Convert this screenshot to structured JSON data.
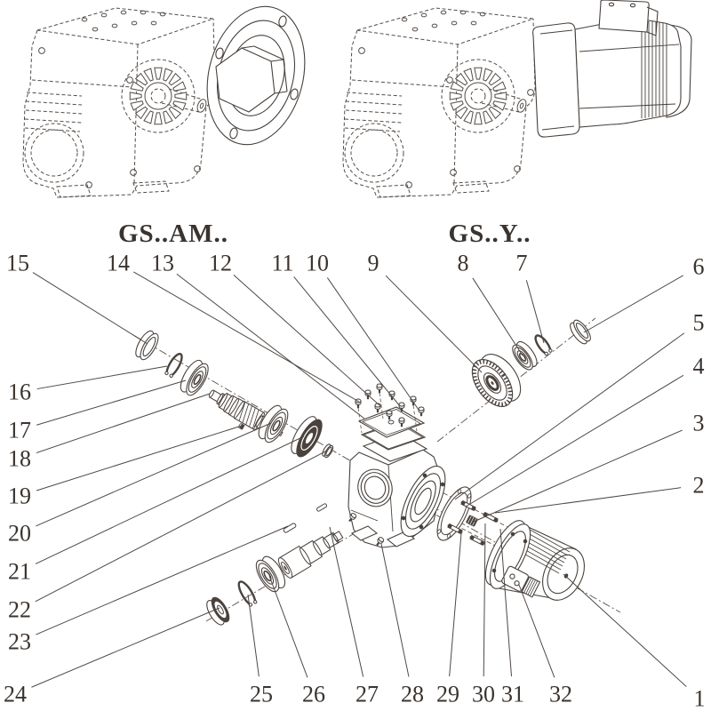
{
  "figure": {
    "background": "#ffffff",
    "ink": "#4a423d",
    "text_ink": "#3a332e",
    "views": [
      {
        "id": "gearbox-flange-version",
        "caption": "GS..AM.."
      },
      {
        "id": "gearbox-motor-version",
        "caption": "GS..Y.."
      }
    ],
    "callouts": [
      {
        "n": "1",
        "label": [
          787,
          786
        ],
        "target": [
          634,
          646
        ]
      },
      {
        "n": "2",
        "label": [
          786,
          546
        ],
        "target": [
          557,
          577
        ]
      },
      {
        "n": "3",
        "label": [
          786,
          476
        ],
        "target": [
          533,
          587
        ]
      },
      {
        "n": "4",
        "label": [
          786,
          412
        ],
        "target": [
          524,
          570
        ]
      },
      {
        "n": "5",
        "label": [
          786,
          363
        ],
        "target": [
          512,
          562
        ]
      },
      {
        "n": "6",
        "label": [
          786,
          300
        ],
        "target": [
          657,
          374
        ]
      },
      {
        "n": "7",
        "label": [
          587,
          296
        ],
        "target": [
          612,
          386
        ]
      },
      {
        "n": "8",
        "label": [
          521,
          296
        ],
        "target": [
          588,
          400
        ]
      },
      {
        "n": "9",
        "label": [
          420,
          296
        ],
        "target": [
          542,
          419
        ]
      },
      {
        "n": "10",
        "label": [
          357,
          296
        ],
        "target": [
          471,
          461
        ]
      },
      {
        "n": "11",
        "label": [
          318,
          296
        ],
        "target": [
          450,
          457
        ]
      },
      {
        "n": "12",
        "label": [
          248,
          296
        ],
        "target": [
          427,
          456
        ]
      },
      {
        "n": "13",
        "label": [
          183,
          296
        ],
        "target": [
          410,
          471
        ]
      },
      {
        "n": "14",
        "label": [
          133,
          296
        ],
        "target": [
          404,
          452
        ]
      },
      {
        "n": "15",
        "label": [
          20,
          296
        ],
        "target": [
          166,
          387
        ]
      },
      {
        "n": "16",
        "label": [
          22,
          441
        ],
        "target": [
          188,
          412
        ]
      },
      {
        "n": "17",
        "label": [
          22,
          484
        ],
        "target": [
          209,
          428
        ]
      },
      {
        "n": "18",
        "label": [
          22,
          516
        ],
        "target": [
          236,
          443
        ]
      },
      {
        "n": "19",
        "label": [
          22,
          558
        ],
        "target": [
          272,
          479
        ]
      },
      {
        "n": "20",
        "label": [
          22,
          600
        ],
        "target": [
          305,
          476
        ]
      },
      {
        "n": "21",
        "label": [
          22,
          643
        ],
        "target": [
          342,
          491
        ]
      },
      {
        "n": "22",
        "label": [
          22,
          686
        ],
        "target": [
          368,
          507
        ]
      },
      {
        "n": "23",
        "label": [
          22,
          722
        ],
        "target": [
          324,
          592
        ]
      },
      {
        "n": "24",
        "label": [
          17,
          781
        ],
        "target": [
          247,
          684
        ]
      },
      {
        "n": "25",
        "label": [
          294,
          781
        ],
        "target": [
          279,
          669
        ]
      },
      {
        "n": "26",
        "label": [
          353,
          781
        ],
        "target": [
          303,
          648
        ]
      },
      {
        "n": "27",
        "label": [
          413,
          781
        ],
        "target": [
          371,
          593
        ]
      },
      {
        "n": "28",
        "label": [
          464,
          781
        ],
        "target": [
          429,
          612
        ]
      },
      {
        "n": "29",
        "label": [
          504,
          781
        ],
        "target": [
          519,
          600
        ]
      },
      {
        "n": "30",
        "label": [
          544,
          781
        ],
        "target": [
          546,
          589
        ]
      },
      {
        "n": "31",
        "label": [
          577,
          781
        ],
        "target": [
          563,
          595
        ]
      },
      {
        "n": "32",
        "label": [
          631,
          781
        ],
        "target": [
          584,
          658
        ]
      }
    ]
  }
}
